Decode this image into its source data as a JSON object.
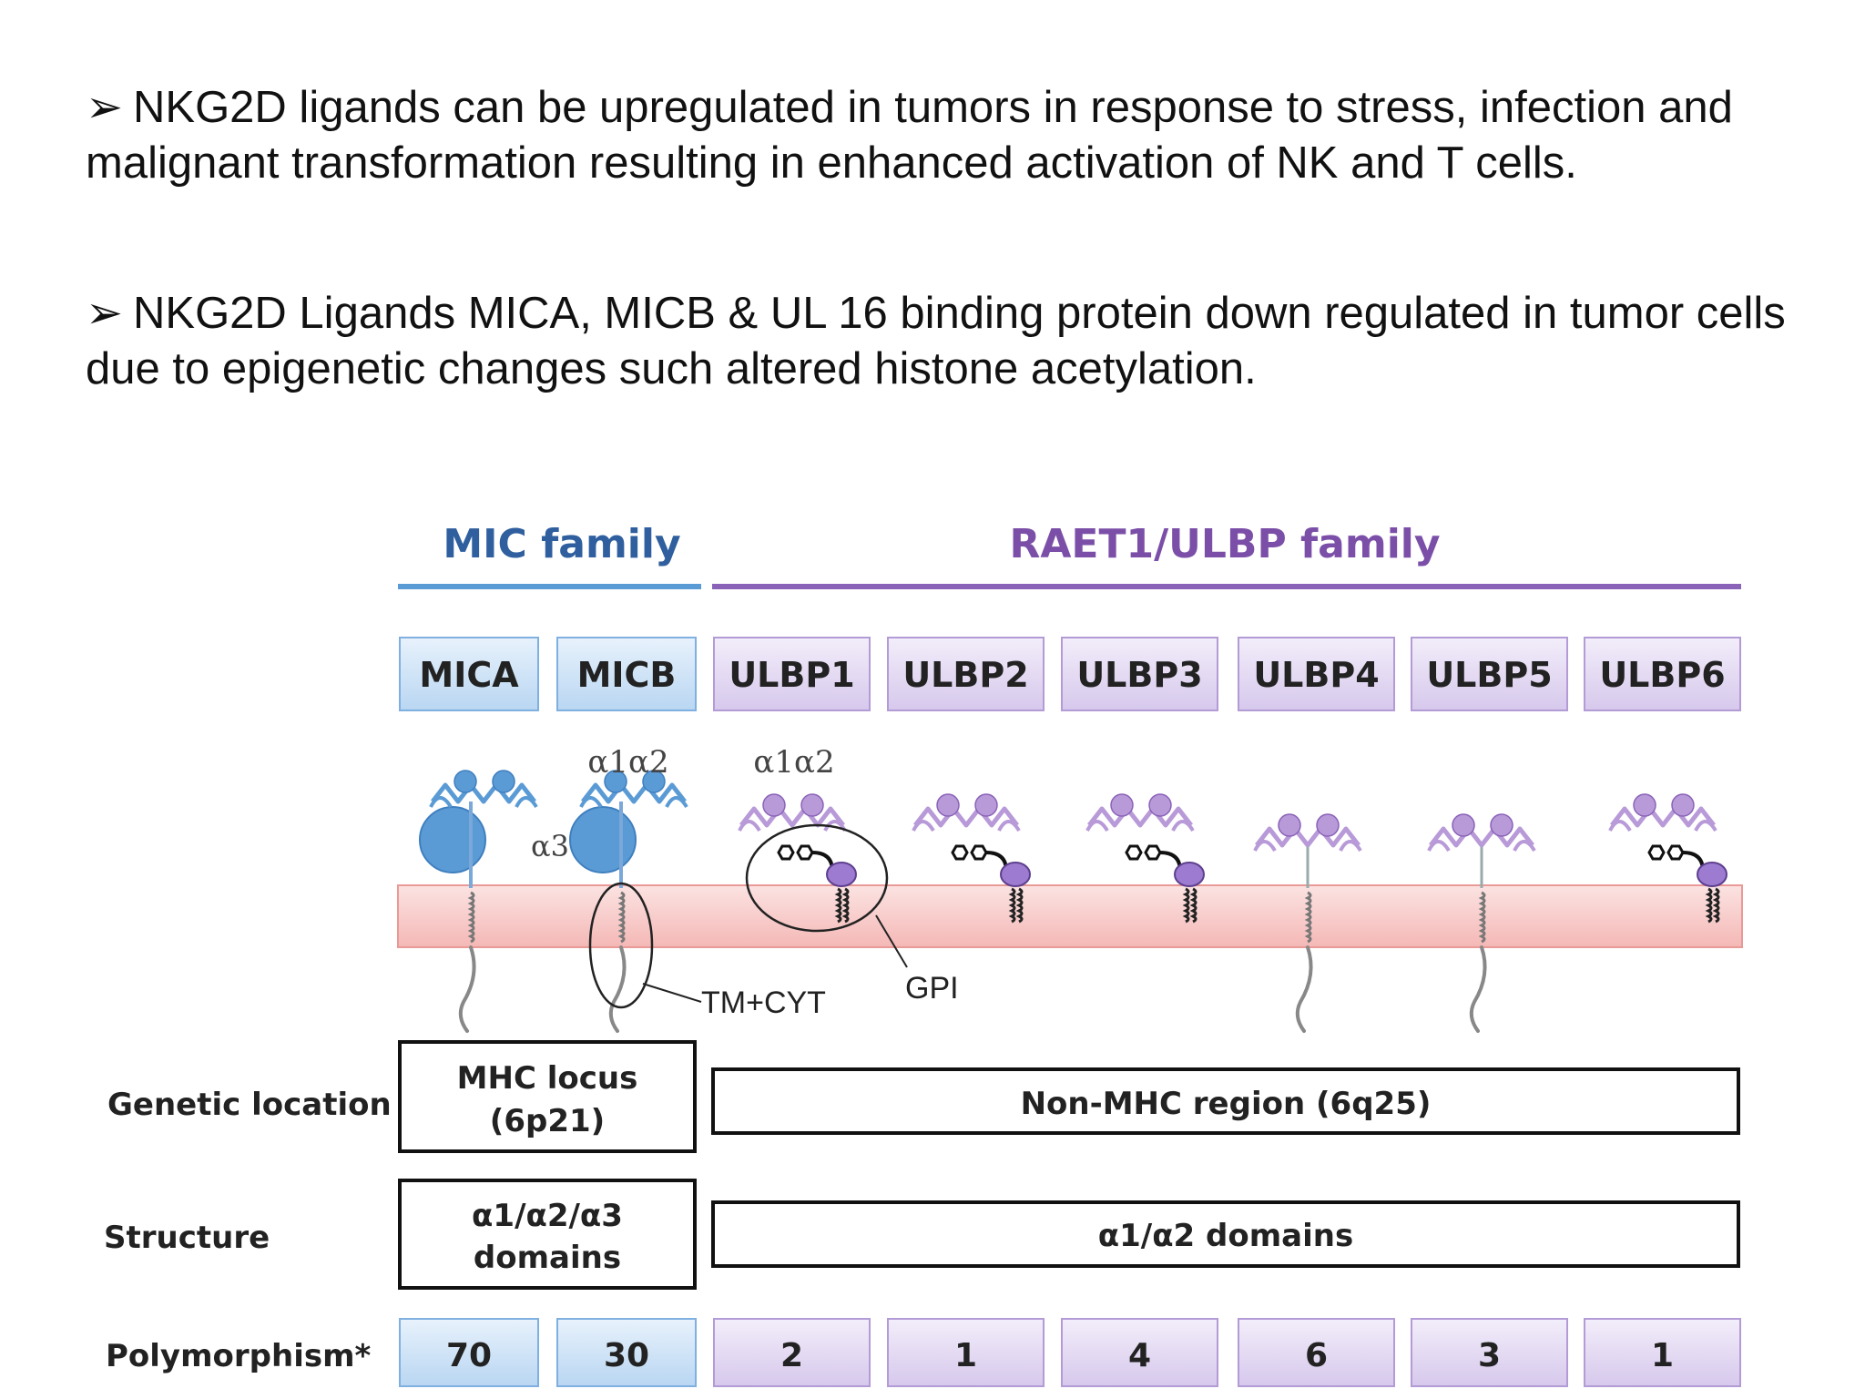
{
  "bullets": [
    {
      "arrow": "➢",
      "text": "NKG2D ligands can be upregulated in tumors in response to stress, infection and malignant transformation resulting in enhanced activation of NK and T cells."
    },
    {
      "arrow": "➢",
      "text": "NKG2D Ligands MICA, MICB & UL 16 binding protein down regulated in tumor cells due to epigenetic changes such altered histone acetylation."
    }
  ],
  "diagram": {
    "families": {
      "mic": "MIC family",
      "raet": "RAET1/ULBP family"
    },
    "ligands": [
      "MICA",
      "MICB",
      "ULBP1",
      "ULBP2",
      "ULBP3",
      "ULBP4",
      "ULBP5",
      "ULBP6"
    ],
    "annotations": {
      "a1a2_mic": "α1α2",
      "a1a2_ulbp": "α1α2",
      "a3": "α3",
      "tm_cyt": "TM+CYT",
      "gpi": "GPI"
    },
    "rows": {
      "genetic_location": {
        "label": "Genetic location",
        "mic_line1": "MHC locus",
        "mic_line2": "(6p21)",
        "raet": "Non-MHC region (6q25)"
      },
      "structure": {
        "label": "Structure",
        "mic_line1": "α1/α2/α3",
        "mic_line2": "domains",
        "raet": "α1/α2 domains"
      },
      "polymorphism": {
        "label": "Polymorphism*",
        "values": [
          "70",
          "30",
          "2",
          "1",
          "4",
          "6",
          "3",
          "1"
        ]
      }
    },
    "colors": {
      "mic_blue": "#5b9bd5",
      "mic_fill": "#cfe3f7",
      "raet_purple": "#8a62b8",
      "raet_fill": "#e5dcf2",
      "membrane": "#f6c6c4"
    }
  }
}
